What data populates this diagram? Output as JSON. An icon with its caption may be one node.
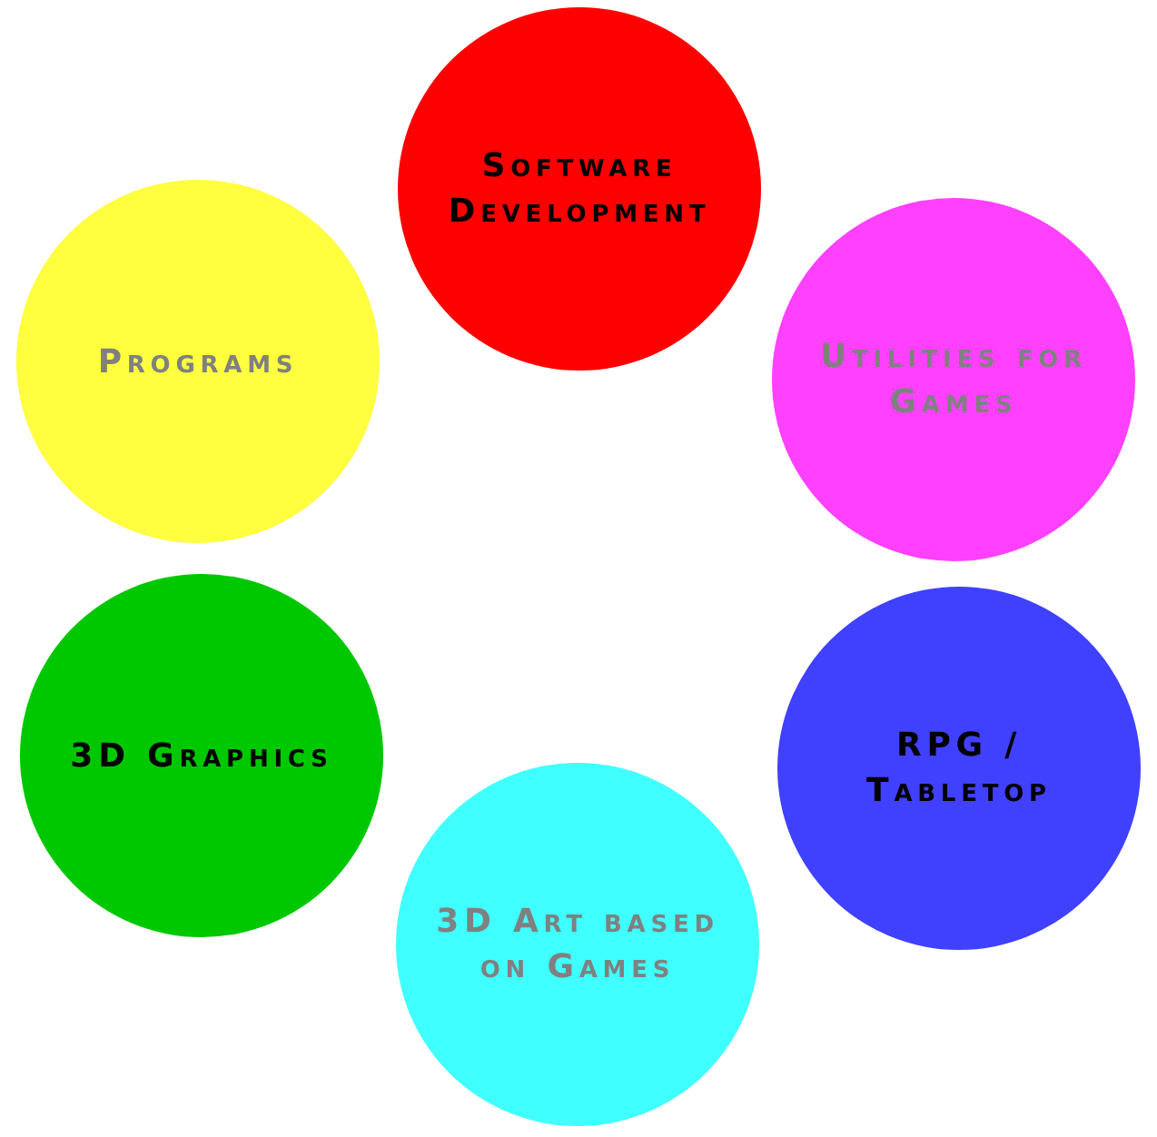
{
  "diagram": {
    "nodes": [
      {
        "text": [
          "Software Development"
        ]
      },
      {
        "text": [
          "Utilities for Games"
        ]
      },
      {
        "text": [
          "RPG / Tabletop"
        ]
      },
      {
        "text": [
          "3D Art based on Games"
        ]
      },
      {
        "text": [
          "3D Graphics"
        ]
      },
      {
        "text": [
          "Programs"
        ]
      }
    ]
  }
}
